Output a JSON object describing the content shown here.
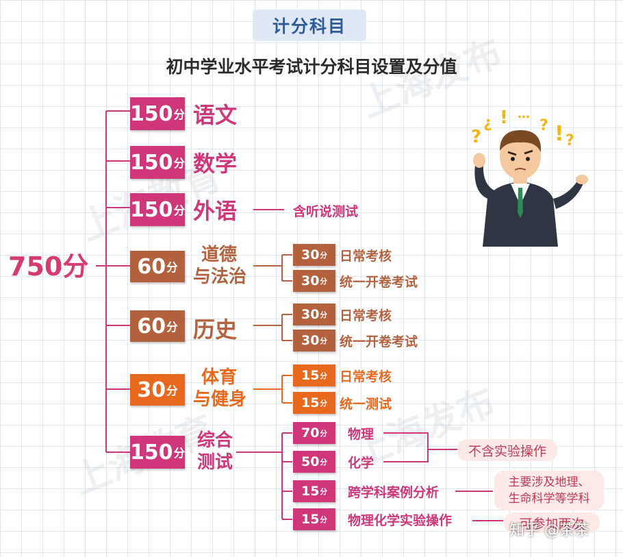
{
  "header": {
    "title": "计分科目",
    "subtitle": "初中学业水平考试计分科目设置及分值"
  },
  "total": "750分",
  "fen": "分",
  "subjects": [
    {
      "score": "150",
      "name": "语文"
    },
    {
      "score": "150",
      "name": "数学"
    },
    {
      "score": "150",
      "name": "外语",
      "note": "含听说测试"
    },
    {
      "score": "60",
      "name_line1": "道德",
      "name_line2": "与法治",
      "parts": [
        {
          "score": "30",
          "label": "日常考核"
        },
        {
          "score": "30",
          "label": "统一开卷考试"
        }
      ]
    },
    {
      "score": "60",
      "name": "历史",
      "parts": [
        {
          "score": "30",
          "label": "日常考核"
        },
        {
          "score": "30",
          "label": "统一开卷考试"
        }
      ]
    },
    {
      "score": "30",
      "name_line1": "体育",
      "name_line2": "与健身",
      "parts": [
        {
          "score": "15",
          "label": "日常考核"
        },
        {
          "score": "15",
          "label": "统一测试"
        }
      ]
    },
    {
      "score": "150",
      "name_line1": "综合",
      "name_line2": "测试",
      "parts": [
        {
          "score": "70",
          "label": "物理"
        },
        {
          "score": "50",
          "label": "化学"
        },
        {
          "score": "15",
          "label": "跨学科案例分析"
        },
        {
          "score": "15",
          "label": "物理化学实验操作"
        }
      ]
    }
  ],
  "callouts": {
    "no_experiment": "不含实验操作",
    "cross_line1": "主要涉及地理、",
    "cross_line2": "生命科学等学科",
    "two_attempts": "可参加两次"
  },
  "watermark": "上海发布",
  "watermark2": "上海教育",
  "credit": "知乎 @茶茶",
  "colors": {
    "pink": "#d0367a",
    "brown": "#b4613e",
    "orange": "#e8681e",
    "title_blue": "#2c5a9a"
  }
}
